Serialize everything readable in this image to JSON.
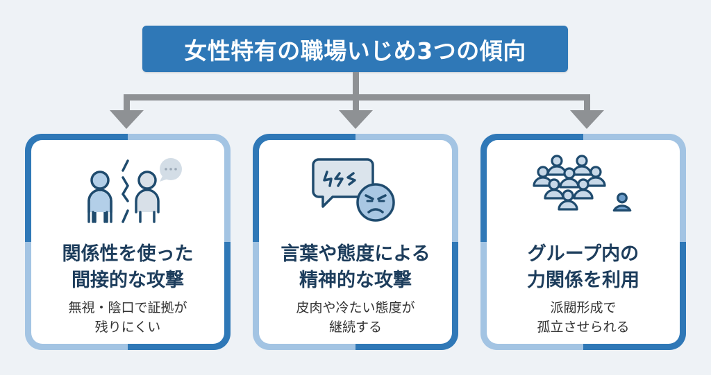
{
  "title": "女性特有の職場いじめ3つの傾向",
  "colors": {
    "background": "#eef2f6",
    "primary_blue": "#2f78b7",
    "light_blue": "#a3c4e3",
    "connector_gray": "#8e9194",
    "heading_text": "#1d3d5c",
    "icon_stroke": "#1f4b6e",
    "icon_fill": "#b3cfe8"
  },
  "cards": [
    {
      "icon": "broken-relationship-people-icon",
      "heading_lines": [
        "関係性を使った",
        "間接的な攻撃"
      ],
      "desc_lines": [
        "無視・陰口で証拠が",
        "残りにくい"
      ]
    },
    {
      "icon": "angry-speech-bubble-icon",
      "heading_lines": [
        "言葉や態度による",
        "精神的な攻撃"
      ],
      "desc_lines": [
        "皮肉や冷たい態度が",
        "継続する"
      ]
    },
    {
      "icon": "group-isolating-person-icon",
      "heading_lines": [
        "グループ内の",
        "力関係を利用"
      ],
      "desc_lines": [
        "派閥形成で",
        "孤立させられる"
      ]
    }
  ]
}
